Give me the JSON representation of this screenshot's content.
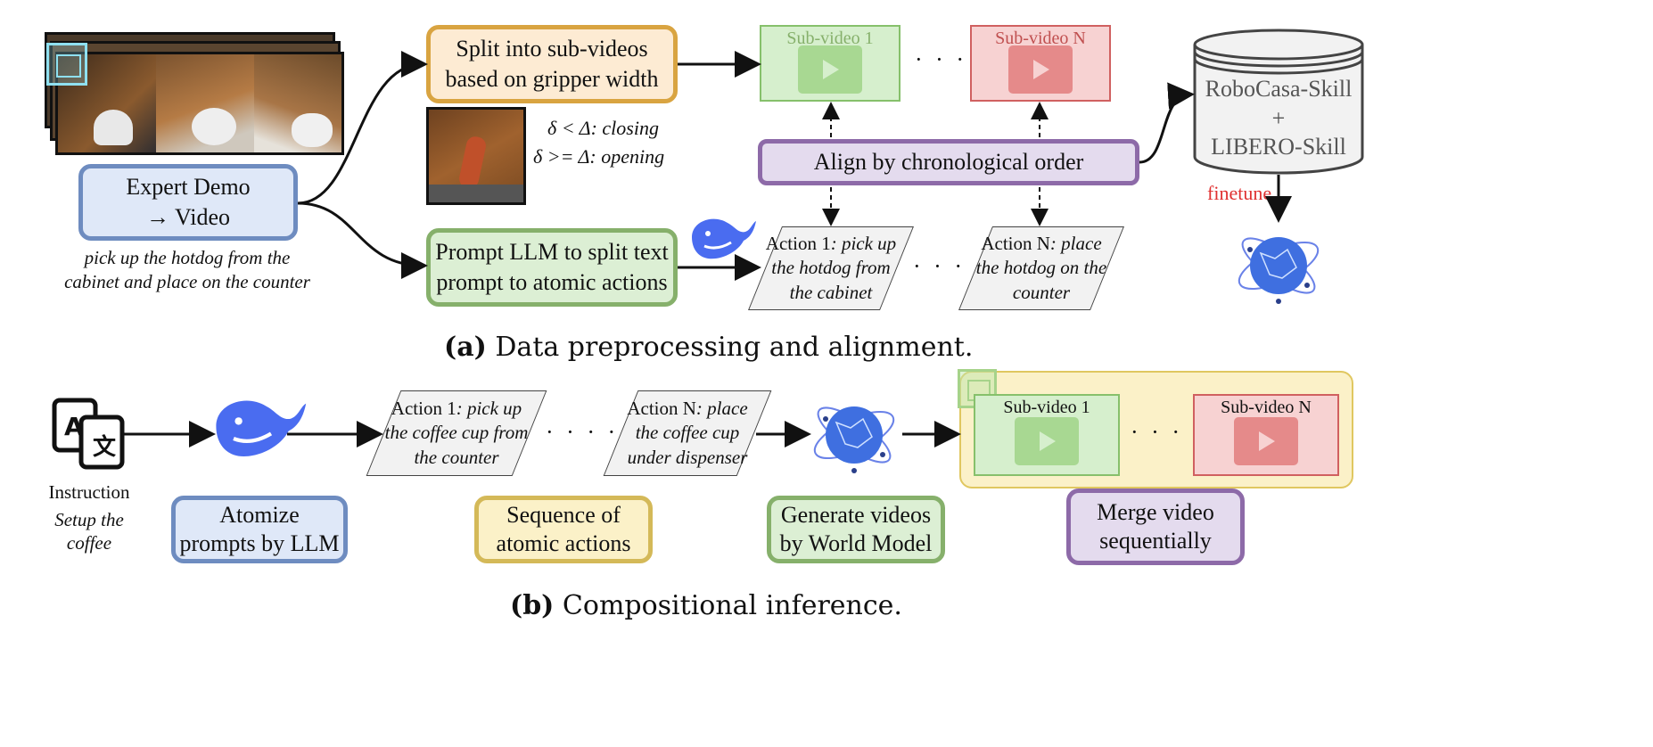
{
  "part_a": {
    "expert_demo": {
      "line1": "Expert Demo",
      "line2": "→ Video"
    },
    "demo_caption_1": "pick up the hotdog from the",
    "demo_caption_2": "cabinet and place on the counter",
    "split_box": {
      "line1": "Split into sub-videos",
      "line2": "based on gripper width"
    },
    "gripper_rule_1": "δ < Δ: closing",
    "gripper_rule_2": "δ >= Δ: opening",
    "prompt_box": {
      "line1": "Prompt LLM to split text",
      "line2": "prompt to atomic actions"
    },
    "sub_video_1": "Sub-video 1",
    "sub_video_n": "Sub-video N",
    "dots": "· · · ·",
    "align_box": "Align by chronological order",
    "action_1": {
      "label": "Action 1",
      "text": ": pick up the hotdog from the cabinet"
    },
    "action_n": {
      "label": "Action N",
      "text": ": place the hotdog on the counter"
    },
    "database": {
      "line1": "RoboCasa-Skill",
      "line2": "+",
      "line3": "LIBERO-Skill"
    },
    "finetune": "finetune",
    "caption_label": "(a)",
    "caption_text": "Data preprocessing and alignment."
  },
  "part_b": {
    "instruction_label": "Instruction",
    "instruction_text_1": "Setup the",
    "instruction_text_2": "coffee",
    "action_1": {
      "label": "Action 1",
      "text": ": pick up the coffee cup from the counter"
    },
    "action_n": {
      "label": "Action N",
      "text": ": place the coffee cup under dispenser"
    },
    "dots": "· · · ·",
    "sub_video_1": "Sub-video 1",
    "sub_video_n": "Sub-video N",
    "atomize_box": {
      "line1": "Atomize",
      "line2": "prompts by LLM"
    },
    "sequence_box": {
      "line1": "Sequence of",
      "line2": "atomic actions"
    },
    "generate_box": {
      "line1": "Generate videos",
      "line2": "by World Model"
    },
    "merge_box": {
      "line1": "Merge video",
      "line2": "sequentially"
    },
    "caption_label": "(b)",
    "caption_text": "Compositional inference."
  },
  "colors": {
    "blue_fill": "#dfe8f8",
    "blue_border": "#6e8cc0",
    "orange_fill": "#fdebd3",
    "orange_border": "#d9a441",
    "green_fill": "#dcefd4",
    "green_border": "#86b06b",
    "purple_fill": "#e4dbee",
    "purple_border": "#8d6aa8",
    "yellow_fill": "#fbf1c8",
    "yellow_border": "#d4b958",
    "red_sub": "#f4c9c9",
    "green_sub": "#d6efcd",
    "whale": "#4a6cf0",
    "finetune": "#e03030"
  }
}
